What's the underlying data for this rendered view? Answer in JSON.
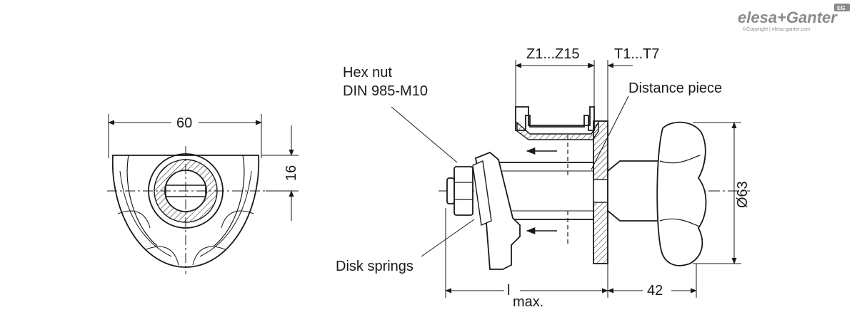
{
  "brand": {
    "name": "elesa+Ganter",
    "badge": "EG",
    "copyright": "©Copyright | elesa-ganter.com"
  },
  "front_view": {
    "width_dim": "60",
    "height_dim": "16"
  },
  "side_view": {
    "profile_range": "Z1...Z15",
    "thickness_range": "T1...T7",
    "hex_nut_line1": "Hex nut",
    "hex_nut_line2": "DIN 985-M10",
    "distance_piece": "Distance piece",
    "diameter_dim": "Ø63",
    "disk_springs": "Disk springs",
    "lmax_main": "l",
    "lmax_sub": "max.",
    "length_dim": "42"
  },
  "colors": {
    "line": "#1a1a1a",
    "hatch": "#1a1a1a",
    "brand": "#8a8a8a"
  }
}
